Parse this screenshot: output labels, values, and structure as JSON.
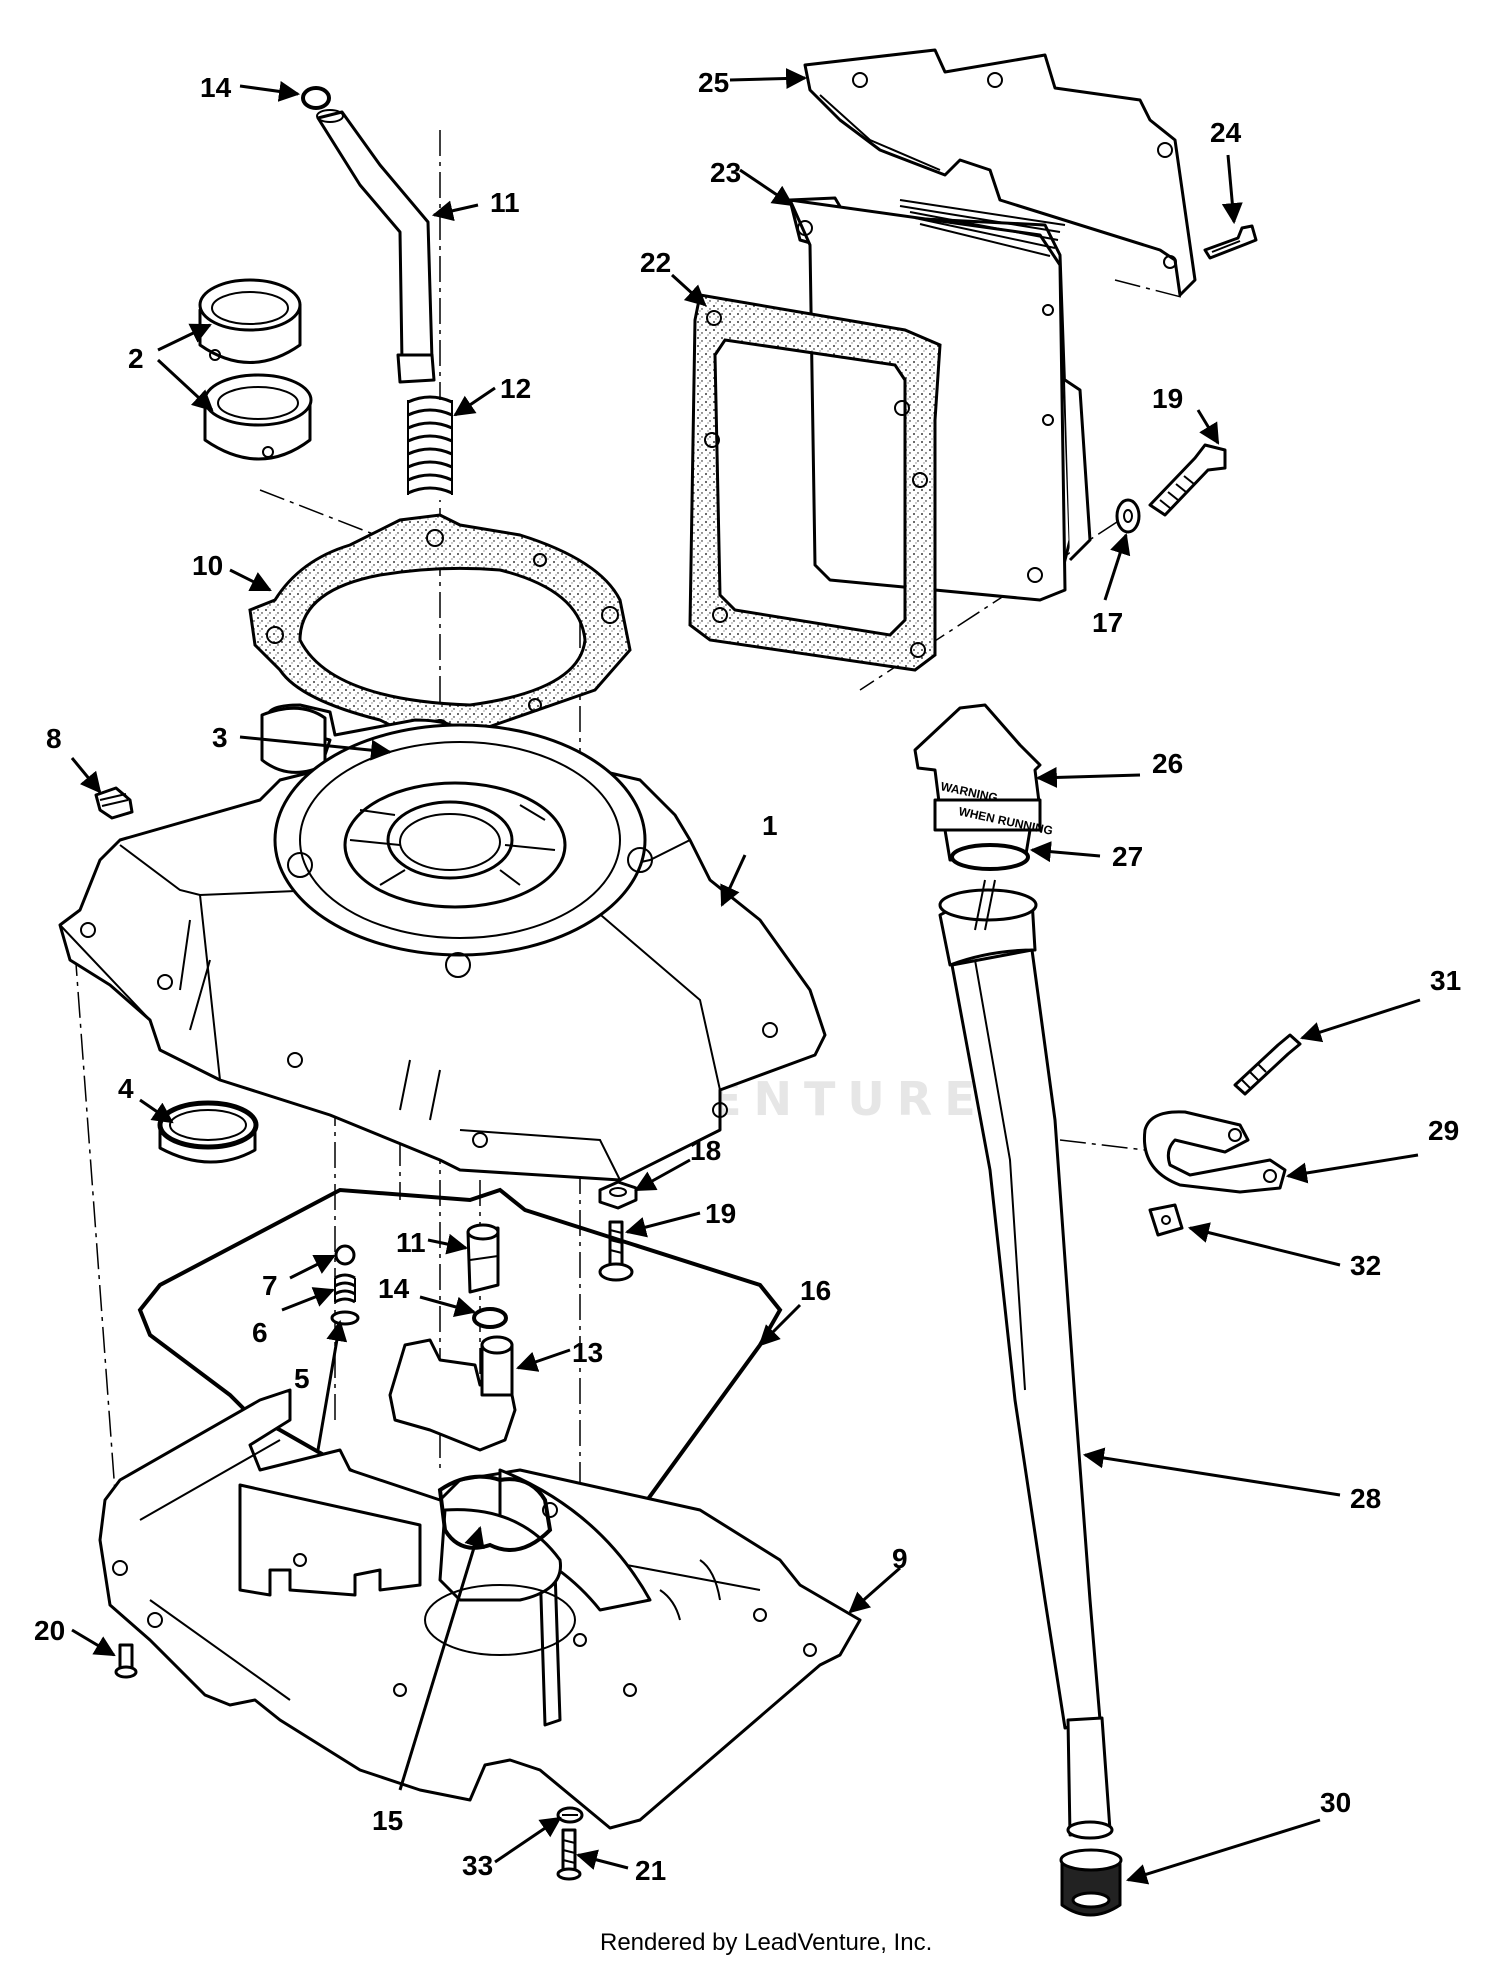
{
  "footer": "Rendered by LeadVenture, Inc.",
  "watermark": "LEADVENTURE",
  "cap_text": {
    "line1": "WARNING",
    "line2": "WHEN RUNNING"
  },
  "callouts": [
    {
      "id": "c1",
      "text": "1"
    },
    {
      "id": "c2",
      "text": "2"
    },
    {
      "id": "c3",
      "text": "3"
    },
    {
      "id": "c4",
      "text": "4"
    },
    {
      "id": "c5",
      "text": "5"
    },
    {
      "id": "c6",
      "text": "6"
    },
    {
      "id": "c7",
      "text": "7"
    },
    {
      "id": "c8",
      "text": "8"
    },
    {
      "id": "c9",
      "text": "9"
    },
    {
      "id": "c10",
      "text": "10"
    },
    {
      "id": "c11a",
      "text": "11"
    },
    {
      "id": "c11b",
      "text": "11"
    },
    {
      "id": "c12",
      "text": "12"
    },
    {
      "id": "c13",
      "text": "13"
    },
    {
      "id": "c14a",
      "text": "14"
    },
    {
      "id": "c14b",
      "text": "14"
    },
    {
      "id": "c15",
      "text": "15"
    },
    {
      "id": "c16",
      "text": "16"
    },
    {
      "id": "c17",
      "text": "17"
    },
    {
      "id": "c18",
      "text": "18"
    },
    {
      "id": "c19a",
      "text": "19"
    },
    {
      "id": "c19b",
      "text": "19"
    },
    {
      "id": "c20",
      "text": "20"
    },
    {
      "id": "c21",
      "text": "21"
    },
    {
      "id": "c22",
      "text": "22"
    },
    {
      "id": "c23",
      "text": "23"
    },
    {
      "id": "c24",
      "text": "24"
    },
    {
      "id": "c25",
      "text": "25"
    },
    {
      "id": "c26",
      "text": "26"
    },
    {
      "id": "c27",
      "text": "27"
    },
    {
      "id": "c28",
      "text": "28"
    },
    {
      "id": "c29",
      "text": "29"
    },
    {
      "id": "c30",
      "text": "30"
    },
    {
      "id": "c31",
      "text": "31"
    },
    {
      "id": "c32",
      "text": "32"
    },
    {
      "id": "c33",
      "text": "33"
    }
  ]
}
